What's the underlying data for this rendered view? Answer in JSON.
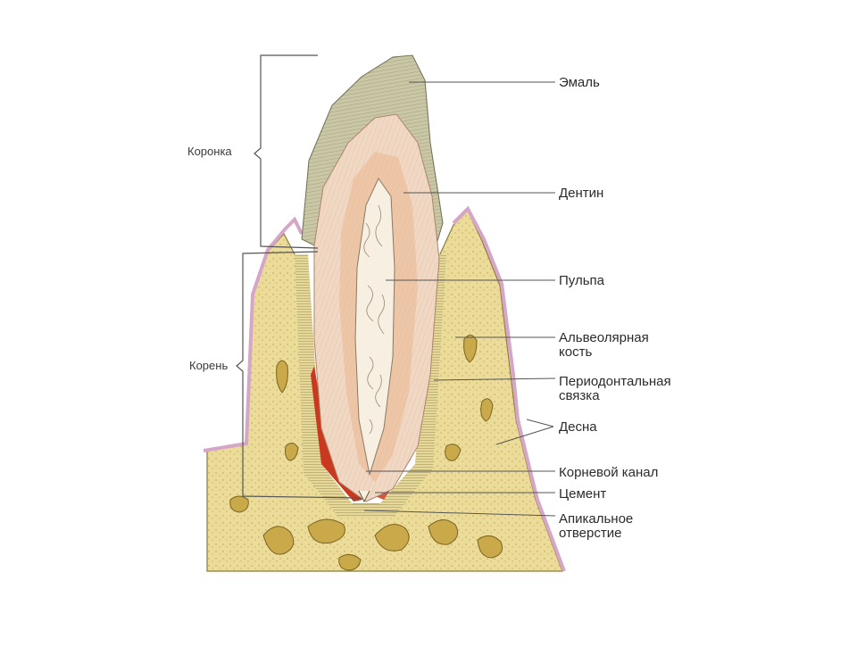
{
  "diagram": {
    "labels_left": {
      "crown": "Коронка",
      "root": "Корень"
    },
    "labels_right": {
      "enamel": "Эмаль",
      "dentin": "Дентин",
      "pulp": "Пульпа",
      "alveolar_bone_line1": "Альвеолярная",
      "alveolar_bone_line2": "кость",
      "periodontal_line1": "Периодонтальная",
      "periodontal_line2": "связка",
      "gum": "Десна",
      "root_canal": "Корневой канал",
      "cement": "Цемент",
      "apical_line1": "Апикальное",
      "apical_line2": "отверстие"
    },
    "colors": {
      "bone": "#ecdc9a",
      "bone_spaces": "#c9a94a",
      "enamel": "#c9c7a6",
      "dentin": "#f1d8c4",
      "dentin_inner": "#e9b88f",
      "pulp": "#f7efe2",
      "cement": "#c8391f",
      "gum_edge": "#d6a6c8",
      "line": "#444444"
    }
  }
}
